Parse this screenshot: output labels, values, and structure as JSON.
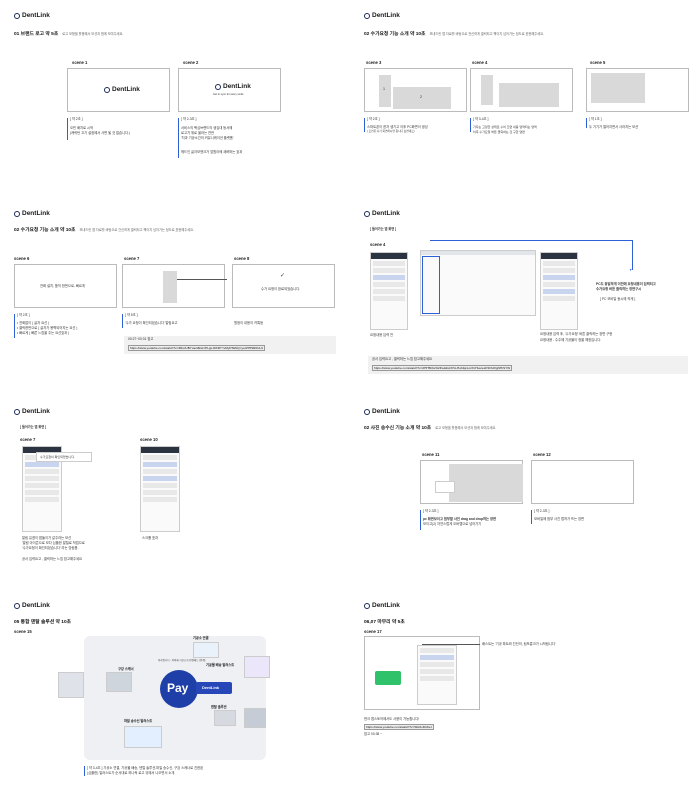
{
  "brand": "DentLink",
  "tagline": "Get in sync for every smile",
  "slide1": {
    "title": "01 브랜드 로고  약 5초",
    "note": "로고 모형을 활용해서 모션과 함께 보여주세요.",
    "scene1": "scene 1",
    "scene2": "scene 2",
    "scene1_time": "[ 약 2초 ]",
    "scene1_desc": [
      "오빈 배치로 시작",
      "(캐릭턴 끄기 설정에서 사면 될 것 없습니다.)"
    ],
    "scene2_time": "[ 약 2-3초 ]",
    "scene2_desc": [
      "서비스의 핵심브랜드의 생김대 등서에",
      "로고가 위로 올라는 연관",
      "'치과 기공소간의 커뮤니케이션 플랫폼'",
      "",
      "헤드인 글자모앤크가 앞원아메 새벼머는 효과"
    ]
  },
  "slide2": {
    "title": "02 수가요청 기능 소개   약 10초",
    "note": "보내드린 앱 자료를 바탕으로 전신하게 클릭되고 책이지 넘어가는 정도로 표현해주세요.",
    "scene3": "scene 3",
    "scene4": "scene 4",
    "scene5": "scene 5",
    "box1": "1",
    "box2": "2",
    "scene3_time": "[ 약 2초 ]",
    "scene3_desc": [
      "스마트폰이 한자 생기고 이후 PC화면이 생성",
      "( 모션은 사가 화면하시면 됩니다 보면대로)"
    ],
    "scene4_time": "[ 약 3-4초 ]",
    "scene4_desc": [
      "기자는 고정한 상태로 수어 뜨면 내용 영역되는 영역",
      "이후 수가요청 버튼 클릭하는 것 구한 영면"
    ],
    "scene5_time": "[ 약 1초 ]",
    "scene5_desc": [
      "두 기기가 떨어지면서 사라지는 모션"
    ]
  },
  "slide3": {
    "title": "02 수가요청 기능 소개   약 10초",
    "note": "보내드린 앱 자료를 바탕으로 간신하게 클릭되고 책이지 넘어가는 정도로 표현해주세요.",
    "scene6": "scene 6",
    "scene7": "scene 7",
    "scene8": "scene 8",
    "scene6_text": "전화 설치, 품직 한번으로, 빠르게",
    "scene8_text": "수가 요청이 완료되었습니다.",
    "scene6_time": "[ 약 2초 ]",
    "scene6_desc": [
      "• 전화없이 ( 글자 요선 )",
      "• 클릭한번으로 ( 글자가 몽벽되어지는 요선 )",
      "• 빠르게 ( 빠른 느낌을 주는 요선효과 )"
    ],
    "scene7_time": "[ 약 5초 ]",
    "scene7_desc": "'수가 요청이 확인되었습니다' 알림요고",
    "scene8_desc": "원청이 내용이 카톡등",
    "ref": "00:27~00:31 참고",
    "url": "https://www.youtube.com/watch?v=3RsJUBYxacI&list=PLgLJ0XRYYvMyPSkNQ=ye4HHSR0ULU"
  },
  "slide4": {
    "tag": "[ 들어가는 앱 화면 ]",
    "scene": "scene 4",
    "cap1": "요청내용 입력 전",
    "cap2": "요청내용 입력 후, '수가요청' 버튼 클릭하는 장면 구현",
    "cap2b": "요청내용 - 수주에 기공물이 정을 예정입니다.",
    "pc_note": [
      "PC도 동일하게 이전에 요청내용이 입력되고",
      "수가요청 버튼 클릭하는 장면구시"
    ],
    "pc_note2": "[ PC 모바일 동시에 작게 ]",
    "ref": "공서 입력요고 , 클릭하는 느낌 참고해주세요",
    "url": "https://www.youtube.com/watch?v=2HH5hbx%2Fw&list=PLLHobfqcLmXCHuuIeLP2IXdXgNHrSYW"
  },
  "slide5": {
    "tag": "[ 들어가는 앱 화면 ]",
    "scene7": "scene 7",
    "scene10": "scene 10",
    "popup": "수가요청이 확인되었습니다.",
    "desc": [
      "알림 유겠이 팝돌이가 갈주라는 모선",
      "'알림 아이콘으로 보다 심플한 알릴로 작업으로",
      "'수가요청이 확인되었습니다' 라는 앙림용."
    ],
    "ref": "공서 입력요고 , 클릭하는 느낌 참고해주세요",
    "cap10": "스크롤 표과"
  },
  "slide6": {
    "title": "02 사진 송수신 기능 소개   약 10초",
    "note": "로고 모형을 활용해서 모션과 함께 보여주세요.",
    "scene11": "scene 11",
    "scene12": "scene 12",
    "scene11_time": "[ 약 2-3초 ]",
    "scene11_desc": [
      "pc 화면보이고 첨부할 사진 drag and drop하는 장면",
      "보이고(2) 자연스럽게 오버랩으로 넘어가기"
    ],
    "scene12_time": "[ 약 2-3초 ]",
    "scene12_desc": [
      "모바일에 첨부 사진 캡쳐가 뜨는 장면"
    ]
  },
  "slide7": {
    "title": "05 통합 덴탈 솔루션         약 10초",
    "scene": "scene 15",
    "center": "Pay",
    "labels": {
      "top": "기공소 연결",
      "top_sub": "치과입니다 - 치아에 기공소가 연결해드 (연계)",
      "left": "구강 스캐너",
      "right": "기공물 배송 일러스트",
      "bottom_right": "덴탈 솔루션",
      "bottom": "파일 송수신 일러스트"
    },
    "time": "[ 약 3-4초 ]",
    "desc": [
      "기공소 연결, 기공물 배송, 덴탈 솔루션,파일 송수신, 구강 스캐너로 진한된",
      "(심플한) 일러스트가 순서대로 하나씩 로고 뒤에서 나오면서 소개"
    ]
  },
  "slide8": {
    "title": "06,07 마무리   약 5초",
    "scene": "scene 17",
    "note": "배스트는 '기공 파트와 진단의, 팀또릉크가 시작됩니다'",
    "line1": "덴크 앱스토어에서도 사용이 가능합니다!",
    "url": "https://www.youtube.com/watch?v=Sbkb-ZiUbeI",
    "ref": "참고 00:38 ~"
  },
  "colors": {
    "accent": "#2d5fd8",
    "pay": "#1f3fa8"
  }
}
